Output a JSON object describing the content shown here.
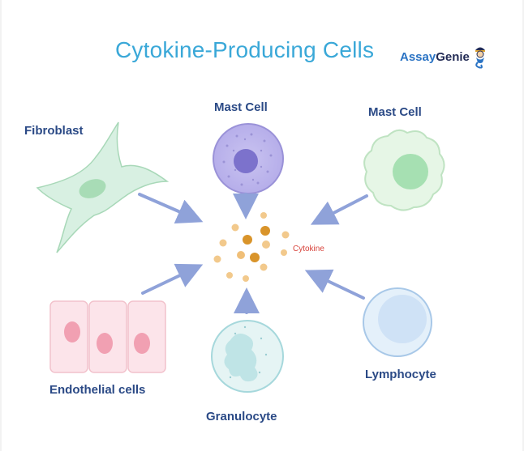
{
  "title": "Cytokine-Producing Cells",
  "logo": {
    "part1": "Assay",
    "part2": "Genie",
    "icon": "genie-icon"
  },
  "cells": {
    "fibroblast": "Fibroblast",
    "mast_cell_1": "Mast Cell",
    "mast_cell_2": "Mast Cell",
    "endothelial": "Endothelial cells",
    "granulocyte": "Granulocyte",
    "lymphocyte": "Lymphocyte"
  },
  "center_label": "Cytokine",
  "colors": {
    "title": "#3aa8d8",
    "labels": "#2b4a86",
    "arrows": "#8fa2d9",
    "cytokine_label": "#d8443c"
  }
}
